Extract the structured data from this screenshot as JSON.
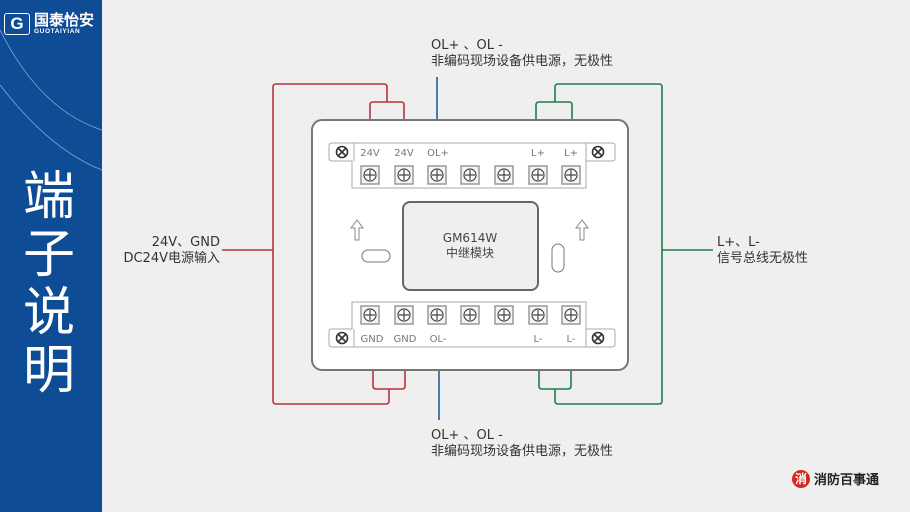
{
  "sidebar": {
    "logo_mark": "G",
    "logo_cn": "国泰怡安",
    "logo_en": "GUOTAIYIAN",
    "title_chars": [
      "端",
      "子",
      "说",
      "明"
    ]
  },
  "labels": {
    "top": {
      "line1": "OL+ 、OL -",
      "line2": "非编码现场设备供电源，无极性"
    },
    "bottom": {
      "line1": "OL+ 、OL -",
      "line2": "非编码现场设备供电源，无极性"
    },
    "left": {
      "line1": "24V、GND",
      "line2": "DC24V电源输入"
    },
    "right": {
      "line1": "L+、L-",
      "line2": "信号总线无极性"
    }
  },
  "module": {
    "model": "GM614W",
    "name": "中继模块",
    "top_terminals": [
      "24V",
      "24V",
      "OL+",
      "",
      "",
      "L+",
      "L+"
    ],
    "bottom_terminals": [
      "GND",
      "GND",
      "OL-",
      "",
      "",
      "L-",
      "L-"
    ]
  },
  "colors": {
    "sidebar_blue": "#0f4c96",
    "power_wire": "#b8323a",
    "bus_wire": "#1e7e4a",
    "ol_wire": "#1f5f96"
  },
  "brand": {
    "icon": "消",
    "text": "消防百事通"
  }
}
